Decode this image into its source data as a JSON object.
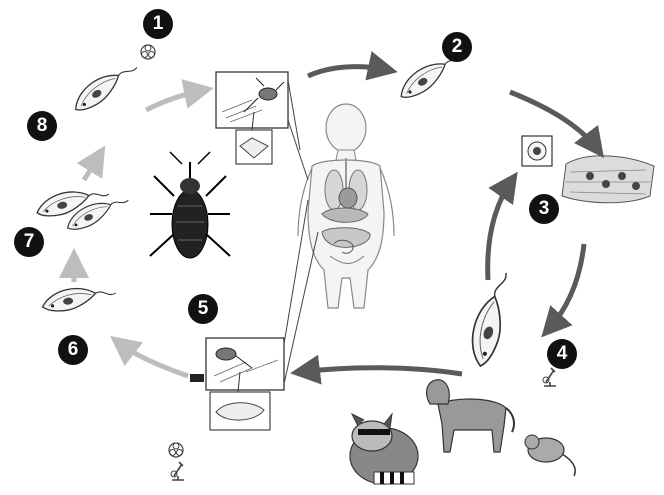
{
  "diagram": {
    "colors": {
      "badge": "#111111",
      "arrow_dark": "#5a5a5a",
      "arrow_light": "#bdbdbd",
      "outline": "#333333"
    },
    "steps": [
      {
        "label": "1",
        "icon": "biohazard-icon"
      },
      {
        "label": "2",
        "icon": "trypomastigote-icon"
      },
      {
        "label": "3",
        "icon": "amastigote-cell-icon"
      },
      {
        "label": "4",
        "icon": "trypomastigote-icon"
      },
      {
        "label": "5",
        "icon": "bug-bite-inset-icon"
      },
      {
        "label": "6",
        "icon": "epimastigote-icon"
      },
      {
        "label": "7",
        "icon": "dividing-epimastigote-icon"
      },
      {
        "label": "8",
        "icon": "metacyclic-trypomastigote-icon"
      }
    ],
    "legend_icons": [
      "biohazard-icon",
      "microscope-icon"
    ]
  }
}
